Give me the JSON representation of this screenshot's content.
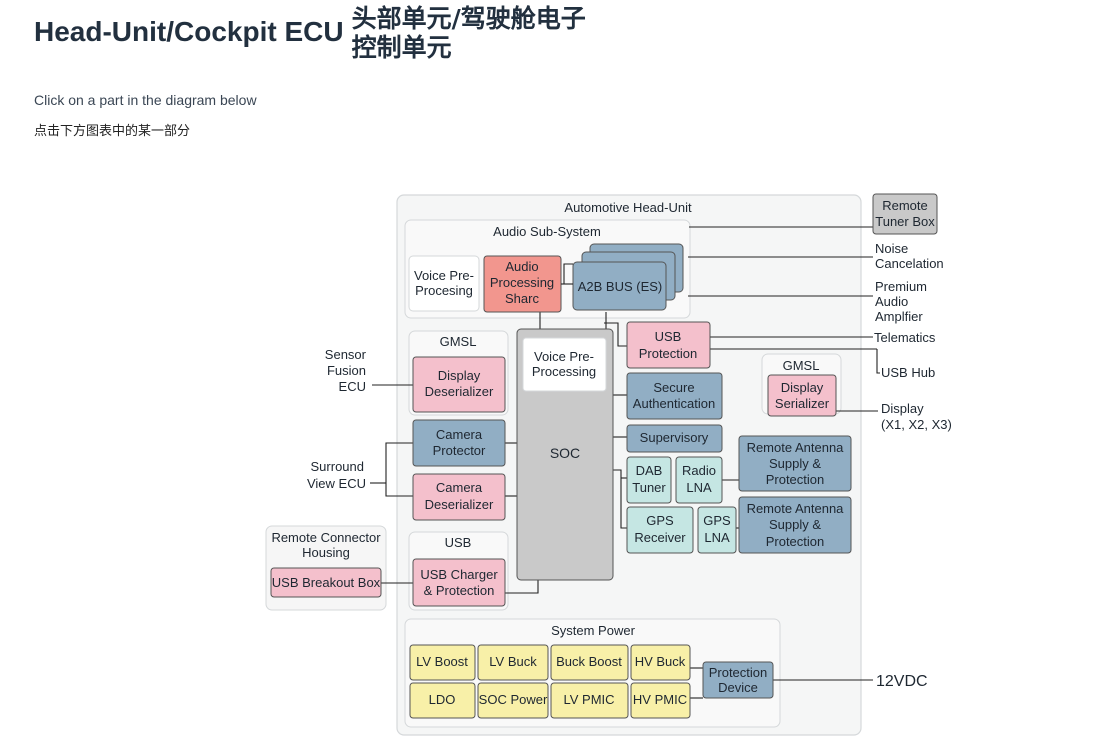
{
  "header": {
    "title_en": "Head-Unit/Cockpit ECU",
    "title_zh": "头部单元/驾驶舱电子控制单元",
    "hint_en": "Click on a part in the diagram below",
    "hint_zh": "点击下方图表中的某一部分"
  },
  "diagram": {
    "container_label": "Automotive Head-Unit",
    "audio_group": "Audio Sub-System",
    "voice_preproc_audio": [
      "Voice Pre-",
      "Procesing"
    ],
    "audio_processing": [
      "Audio",
      "Processing",
      "Sharc"
    ],
    "a2b_bus": "A2B BUS (ES)",
    "gmsl_left": "GMSL",
    "display_deserializer": [
      "Display",
      "Deserializer"
    ],
    "camera_protector": [
      "Camera",
      "Protector"
    ],
    "camera_deserializer": [
      "Camera",
      "Deserializer"
    ],
    "usb_group": "USB",
    "usb_charger": [
      "USB Charger",
      "& Protection"
    ],
    "soc": "SOC",
    "soc_voice": [
      "Voice Pre-",
      "Processing"
    ],
    "usb_protection": [
      "USB",
      "Protection"
    ],
    "secure_auth": [
      "Secure",
      "Authentication"
    ],
    "supervisory": "Supervisory",
    "dab_tuner": [
      "DAB",
      "Tuner"
    ],
    "radio_lna": [
      "Radio",
      "LNA"
    ],
    "gps_receiver": [
      "GPS",
      "Receiver"
    ],
    "gps_lna": [
      "GPS",
      "LNA"
    ],
    "remote_antenna_1": [
      "Remote Antenna",
      "Supply &",
      "Protection"
    ],
    "remote_antenna_2": [
      "Remote Antenna",
      "Supply &",
      "Protection"
    ],
    "gmsl_right": "GMSL",
    "display_serializer": [
      "Display",
      "Serializer"
    ],
    "remote_tuner": [
      "Remote",
      "Tuner Box"
    ],
    "remote_connector_group": [
      "Remote Connector",
      "Housing"
    ],
    "usb_breakout": "USB Breakout Box",
    "system_power": "System Power",
    "power_blocks": [
      "LV Boost",
      "LV Buck",
      "Buck Boost",
      "HV Buck",
      "LDO",
      "SOC Power",
      "LV PMIC",
      "HV PMIC"
    ],
    "protection_device": [
      "Protection",
      "Device"
    ],
    "ext_noise": [
      "Noise",
      "Cancelation"
    ],
    "ext_premium": [
      "Premium",
      "Audio",
      "Amplfier"
    ],
    "ext_telematics": "Telematics",
    "ext_usb_hub": "USB Hub",
    "ext_display": [
      "Display",
      "(X1, X2, X3)"
    ],
    "ext_sensor": [
      "Sensor",
      "Fusion",
      "ECU"
    ],
    "ext_surround": [
      "Surround",
      "View ECU"
    ],
    "ext_12v": "12VDC"
  },
  "colors": {
    "pink": "#f4c0cc",
    "steel_blue": "#91aec4",
    "light_teal": "#c5e6e3",
    "yellow": "#f8f0a8",
    "salmon": "#f2968e",
    "gray": "#c9c9c9"
  }
}
